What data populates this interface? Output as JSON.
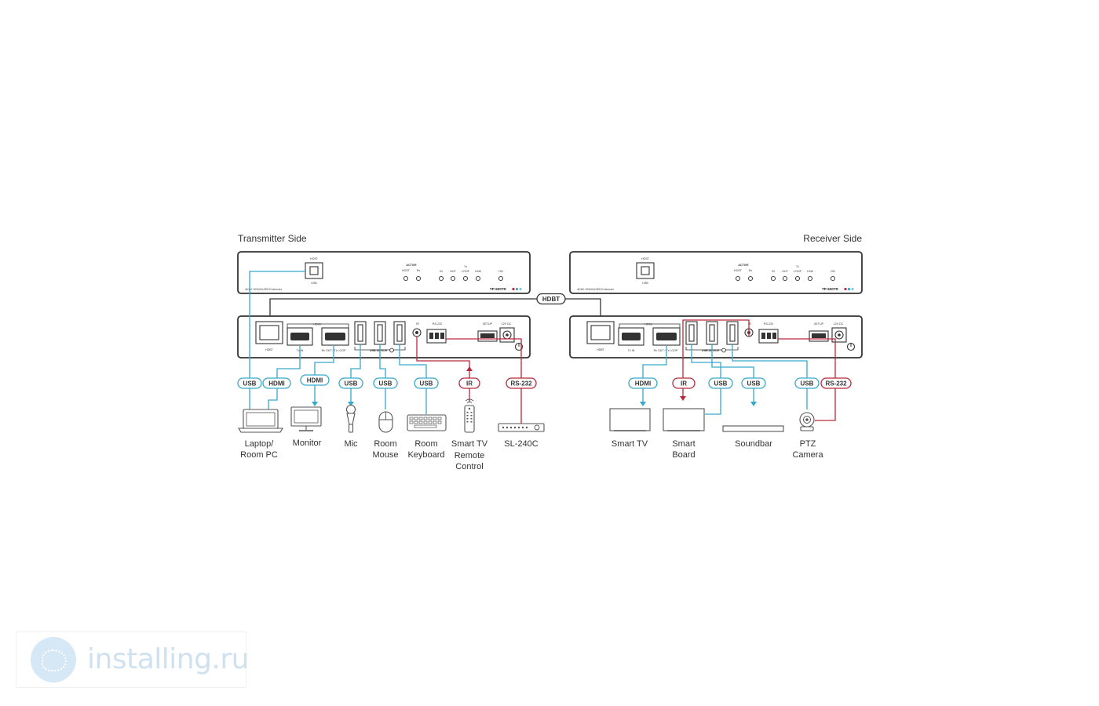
{
  "colors": {
    "teal": "#36a9c9",
    "red": "#b8293b",
    "outline": "#333333",
    "watermark": "#cfe1f1"
  },
  "titles": {
    "transmitter": "Transmitter Side",
    "receiver": "Receiver Side"
  },
  "tx": {
    "front": {
      "host": "HOST",
      "usb": "USB",
      "active": "ACTIVE",
      "host_led": "HOST",
      "rx_led": "Rx",
      "in": "IN",
      "out": "OUT",
      "tx": "Tx",
      "loop": "LOOP",
      "link": "LINK",
      "on": "ON",
      "model": "4K60 HDMI/USB Extender",
      "brand": "TP-600TR"
    },
    "rear": {
      "hdbt": "HDBT",
      "hdmi": "HDMI",
      "tx_in": "Tx IN",
      "rx_out": "Rx OUT / Tx LOOP",
      "usb_device": "USB DEVICE",
      "ir": "IR",
      "rs232": "RS-232",
      "setup": "SETUP",
      "dc": "12V DC"
    }
  },
  "rx": {
    "front": {
      "host": "HOST",
      "usb": "USB",
      "active": "ACTIVE",
      "host_led": "HOST",
      "rx_led": "Rx",
      "in": "IN",
      "out": "OUT",
      "tx": "Tx",
      "loop": "LOOP",
      "link": "LINK",
      "on": "ON",
      "model": "4K60 HDMI/USB Extender",
      "brand": "TP-600TR"
    },
    "rear": {
      "hdbt": "HDBT",
      "hdmi": "HDMI",
      "tx_in": "Tx IN",
      "rx_out": "Rx OUT / Tx LOOP",
      "usb_device": "USB DEVICE",
      "ir": "IR",
      "rs232": "RS-232",
      "setup": "SETUP",
      "dc": "12V DC"
    }
  },
  "link_label": "HDBT",
  "tx_connectors": [
    "USB",
    "HDMI",
    "HDMI",
    "USB",
    "USB",
    "USB",
    "IR",
    "RS-232"
  ],
  "rx_connectors": [
    "HDMI",
    "IR",
    "USB",
    "USB",
    "USB",
    "RS-232"
  ],
  "tx_devices": [
    {
      "icon": "laptop-icon",
      "label1": "Laptop/",
      "label2": "Room PC",
      "label3": ""
    },
    {
      "icon": "monitor-icon",
      "label1": "Monitor",
      "label2": "",
      "label3": ""
    },
    {
      "icon": "microphone-icon",
      "label1": "Mic",
      "label2": "",
      "label3": ""
    },
    {
      "icon": "mouse-icon",
      "label1": "Room",
      "label2": "Mouse",
      "label3": ""
    },
    {
      "icon": "keyboard-icon",
      "label1": "Room",
      "label2": "Keyboard",
      "label3": ""
    },
    {
      "icon": "remote-control-icon",
      "label1": "Smart TV",
      "label2": "Remote",
      "label3": "Control"
    },
    {
      "icon": "controller-device-icon",
      "label1": "SL-240C",
      "label2": "",
      "label3": ""
    }
  ],
  "rx_devices": [
    {
      "icon": "tv-icon",
      "label1": "Smart TV",
      "label2": ""
    },
    {
      "icon": "smart-board-icon",
      "label1": "Smart",
      "label2": "Board"
    },
    {
      "icon": "soundbar-icon",
      "label1": "Soundbar",
      "label2": ""
    },
    {
      "icon": "camera-icon",
      "label1": "PTZ",
      "label2": "Camera"
    }
  ],
  "watermark": {
    "text": "installing.ru",
    "logo_icon": "brain-logo-icon"
  }
}
